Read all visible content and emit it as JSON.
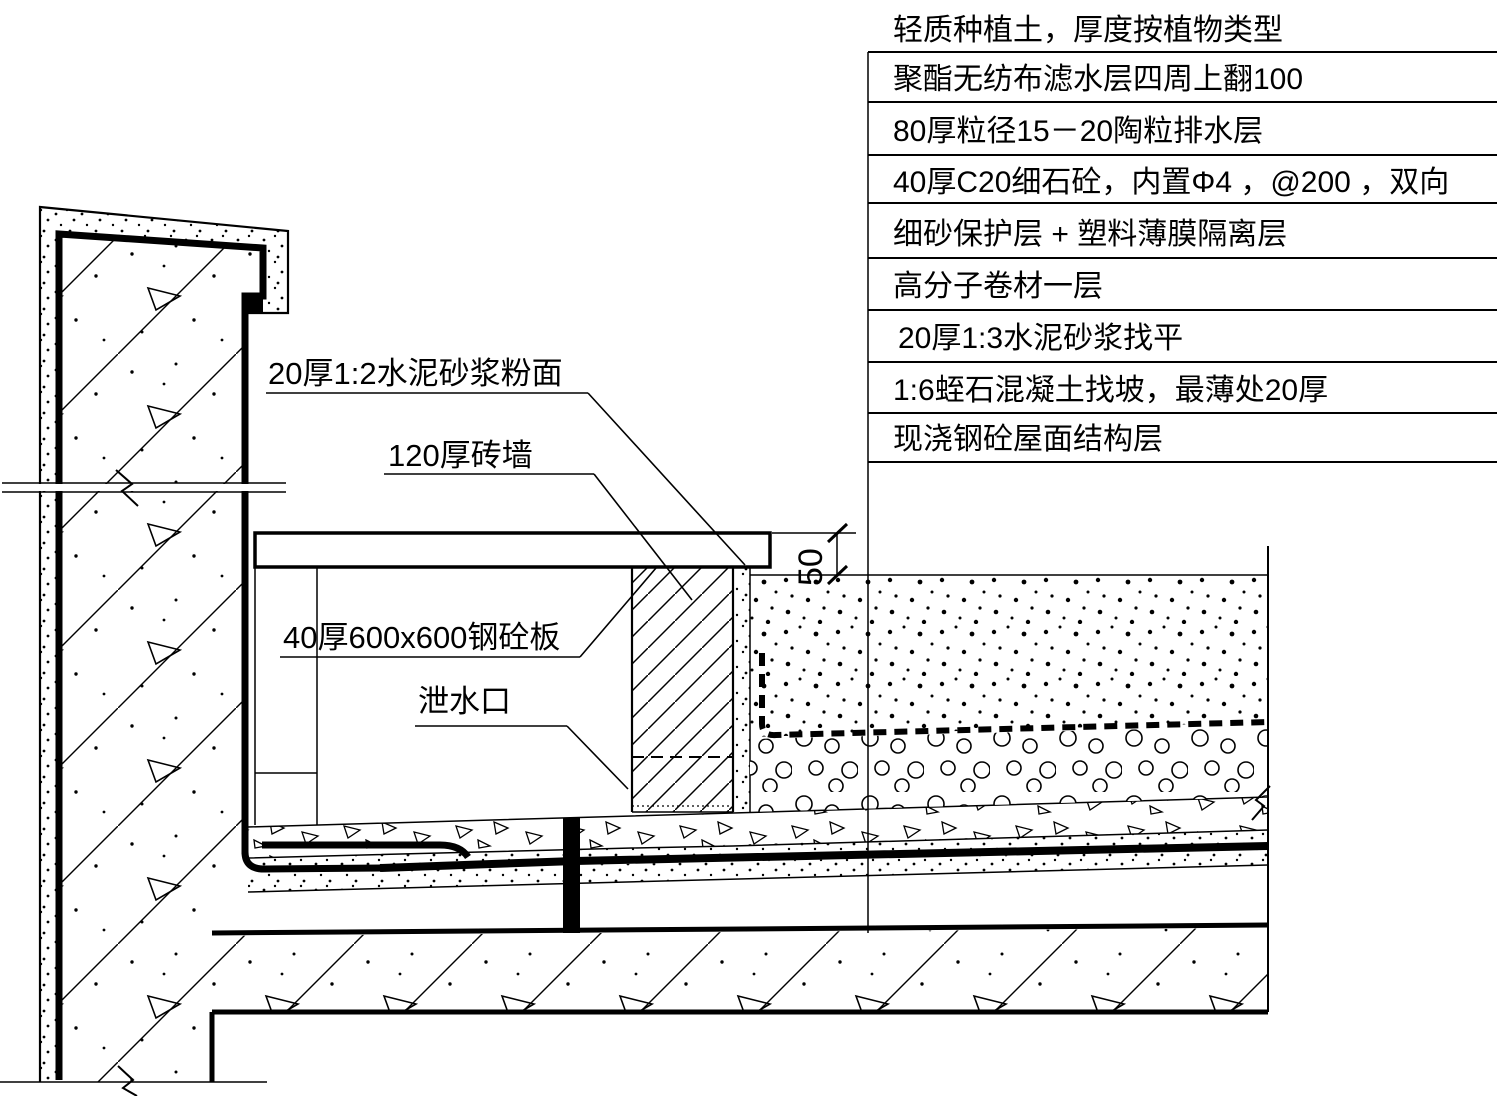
{
  "drawing": {
    "kind": "roof-planting-trench-construction-detail",
    "colors": {
      "line": "#000000",
      "background": "#ffffff"
    },
    "legend": {
      "items": [
        "轻质种植土，厚度按植物类型",
        "聚酯无纺布滤水层四周上翻100",
        "80厚粒径15－20陶粒排水层",
        "40厚C20细石砼，内置Φ4 ，@200 ，双向",
        "细砂保护层 + 塑料薄膜隔离层",
        "高分子卷材一层",
        "20厚1:3水泥砂浆找平",
        "1:6蛭石混凝土找坡，最薄处20厚",
        "现浇钢砼屋面结构层"
      ]
    },
    "annotations": {
      "plaster_label": "20厚1:2水泥砂浆粉面",
      "brick_wall_label": "120厚砖墙",
      "board_label": "40厚600x600钢砼板",
      "drain_label": "泄水口"
    },
    "dimensions": {
      "soil_drop": "50"
    }
  }
}
